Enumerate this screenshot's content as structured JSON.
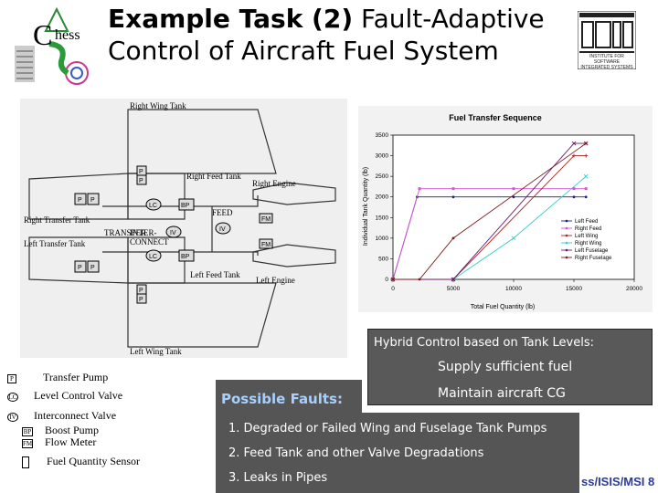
{
  "header": {
    "title_bold": "Example Task (2)",
    "title_rest": " Fault-Adaptive",
    "title_line2": "Control of Aircraft Fuel System",
    "chess_logo_text": "hess",
    "chess_logo_letter": "C",
    "isis_logo_small": "INSTITUTE FOR SOFTWARE INTEGRATED SYSTEMS"
  },
  "schematic": {
    "right_wing_tank": "Right Wing Tank",
    "left_wing_tank": "Left Wing Tank",
    "right_feed_tank": "Right Feed Tank",
    "left_feed_tank": "Left Feed Tank",
    "right_engine": "Right Engine",
    "left_engine": "Left Engine",
    "right_transfer_tank": "Right Transfer Tank",
    "left_transfer_tank": "Left Transfer Tank",
    "transfer": "TRANSFER",
    "inter": "INTER-",
    "connect": "CONNECT",
    "feed": "FEED",
    "bp": "BP",
    "fm": "FM",
    "lc": "LC",
    "iv": "IV",
    "p": "P"
  },
  "chart_data": {
    "type": "line",
    "title": "Fuel Transfer Sequence",
    "xlabel": "Total Fuel Quantity (lb)",
    "ylabel": "Individual Tank Quantity (lb)",
    "xlim": [
      0,
      20000
    ],
    "ylim": [
      0,
      3500
    ],
    "xticks": [
      "0",
      "5000",
      "10000",
      "15000",
      "20000"
    ],
    "yticks": [
      "0",
      "500",
      "1000",
      "1500",
      "2000",
      "2500",
      "3000",
      "3500"
    ],
    "legend_position": "right",
    "series": [
      {
        "name": "Left Feed",
        "color": "#1a1a8c",
        "marker": "dot",
        "points": [
          [
            0,
            0
          ],
          [
            2000,
            2000
          ],
          [
            5000,
            2000
          ],
          [
            10000,
            2000
          ],
          [
            15000,
            2000
          ],
          [
            16000,
            2000
          ]
        ]
      },
      {
        "name": "Right Feed",
        "color": "#d94fd9",
        "marker": "square",
        "points": [
          [
            0,
            0
          ],
          [
            2200,
            2200
          ],
          [
            5000,
            2200
          ],
          [
            10000,
            2200
          ],
          [
            15000,
            2200
          ],
          [
            16000,
            2200
          ]
        ]
      },
      {
        "name": "Left Wing",
        "color": "#aa2222",
        "marker": "star",
        "points": [
          [
            0,
            0
          ],
          [
            5000,
            0
          ],
          [
            15000,
            3000
          ],
          [
            16000,
            3000
          ]
        ]
      },
      {
        "name": "Right Wing",
        "color": "#33cccc",
        "marker": "x",
        "points": [
          [
            0,
            0
          ],
          [
            5000,
            0
          ],
          [
            10000,
            1000
          ],
          [
            16000,
            2500
          ]
        ]
      },
      {
        "name": "Left Fuselage",
        "color": "#6a1a6a",
        "marker": "x",
        "points": [
          [
            0,
            0
          ],
          [
            5000,
            0
          ],
          [
            15000,
            3300
          ],
          [
            16000,
            3300
          ]
        ]
      },
      {
        "name": "Right Fuselage",
        "color": "#7a1a1a",
        "marker": "dot",
        "points": [
          [
            0,
            0
          ],
          [
            2200,
            0
          ],
          [
            5000,
            1000
          ],
          [
            16000,
            3300
          ]
        ]
      }
    ]
  },
  "legend": {
    "transfer_pump": "Transfer Pump",
    "level_control_valve": "Level Control Valve",
    "interconnect_valve": "Interconnect Valve",
    "boost_pump": "Boost Pump",
    "flow_meter": "Flow Meter",
    "fuel_quantity_sensor": "Fuel Quantity Sensor",
    "p": "P",
    "lc": "LC",
    "iv": "IV",
    "bp": "BP",
    "fm": "FM"
  },
  "hybrid": {
    "line1": "Hybrid Control based on Tank Levels:",
    "line2": "Supply sufficient fuel",
    "line3": "Maintain aircraft CG"
  },
  "faults": {
    "title": "Possible Faults:",
    "items": [
      "1.  Degraded or Failed Wing and Fuselage Tank Pumps",
      "2.  Feed Tank and other Valve Degradations",
      "3.  Leaks in Pipes"
    ]
  },
  "footer": {
    "text": "ss/ISIS/MSI  8",
    "color": "#2b3a9e"
  }
}
